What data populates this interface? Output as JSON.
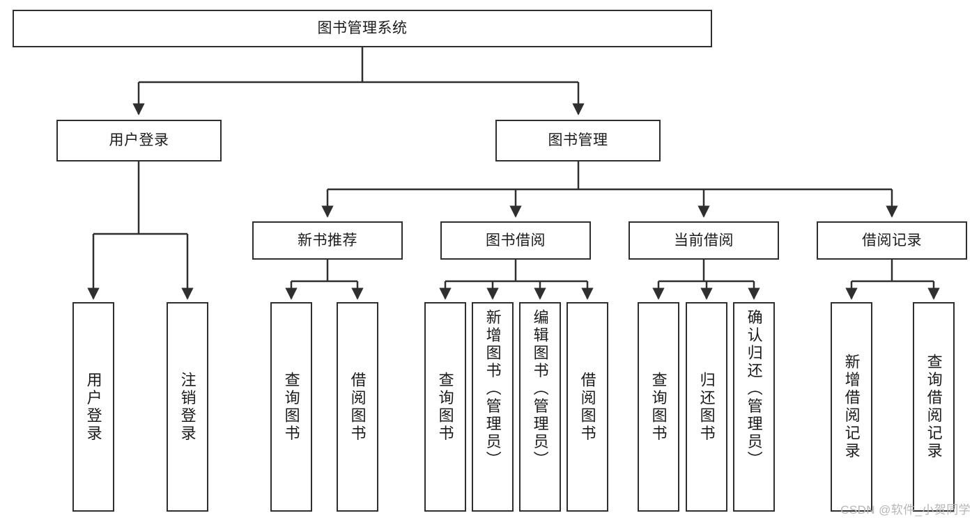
{
  "diagram": {
    "title": "图书管理系统",
    "type": "tree-hierarchy-chart",
    "colors": {
      "box_border": "#2f2f2f",
      "box_fill": "#ffffff",
      "edge": "#2f2f2f",
      "text": "#1b1b1b",
      "watermark": "#b6b6b6",
      "background": "#ffffff"
    },
    "watermark": "CSDN @软件_小贺同学",
    "levels": {
      "root": {
        "label": "图书管理系统"
      },
      "level2": [
        {
          "id": "user-login",
          "label": "用户登录"
        },
        {
          "id": "book-management",
          "label": "图书管理"
        }
      ],
      "level3": [
        {
          "id": "new-book-recommend",
          "label": "新书推荐",
          "parent": "book-management"
        },
        {
          "id": "book-borrow",
          "label": "图书借阅",
          "parent": "book-management"
        },
        {
          "id": "current-borrow",
          "label": "当前借阅",
          "parent": "book-management"
        },
        {
          "id": "borrow-record",
          "label": "借阅记录",
          "parent": "book-management"
        }
      ],
      "leaves": {
        "user_login": [
          {
            "id": "leaf-user-login",
            "label": "用户登录"
          },
          {
            "id": "leaf-logout-login",
            "label": "注销登录"
          }
        ],
        "new_book_recommend": [
          {
            "id": "leaf-query-book-1",
            "label": "查询图书"
          },
          {
            "id": "leaf-borrow-book-1",
            "label": "借阅图书"
          }
        ],
        "book_borrow": [
          {
            "id": "leaf-query-book-2",
            "label": "查询图书"
          },
          {
            "id": "leaf-add-book",
            "label": "新增图书（管理员）"
          },
          {
            "id": "leaf-edit-book",
            "label": "编辑图书（管理员）"
          },
          {
            "id": "leaf-borrow-book-2",
            "label": "借阅图书"
          }
        ],
        "current_borrow": [
          {
            "id": "leaf-query-book-3",
            "label": "查询图书"
          },
          {
            "id": "leaf-return-book",
            "label": "归还图书"
          },
          {
            "id": "leaf-confirm-return",
            "label": "确认归还（管理员）"
          }
        ],
        "borrow_record": [
          {
            "id": "leaf-add-record",
            "label": "新增借阅记录"
          },
          {
            "id": "leaf-query-record",
            "label": "查询借阅记录"
          }
        ]
      }
    }
  }
}
